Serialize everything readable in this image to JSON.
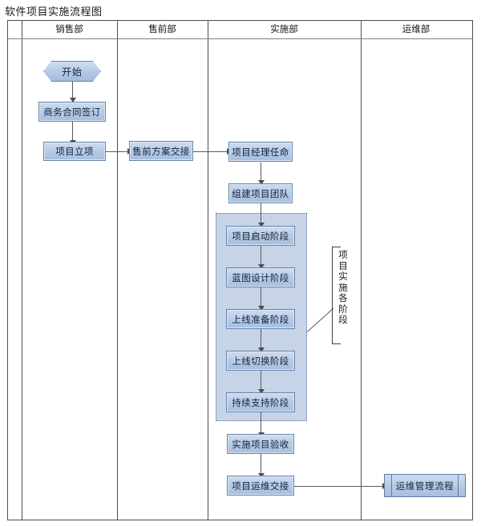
{
  "title": "软件项目实施流程图",
  "lanes": [
    {
      "label": "销售部"
    },
    {
      "label": "售前部"
    },
    {
      "label": "实施部"
    },
    {
      "label": "运维部"
    }
  ],
  "nodes": {
    "start": "开始",
    "contract": "商务合同签订",
    "initiation": "项目立项",
    "presales_handover": "售前方案交接",
    "pm_appoint": "项目经理任命",
    "build_team": "组建项目团队",
    "phase_kickoff": "项目启动阶段",
    "phase_blueprint": "蓝图设计阶段",
    "phase_golive_prep": "上线准备阶段",
    "phase_golive_switch": "上线切换阶段",
    "phase_support": "持续支持阶段",
    "acceptance": "实施项目验收",
    "ops_handover": "项目运维交接",
    "ops_process": "运维管理流程"
  },
  "annotation": {
    "label": "项目实施各阶段"
  },
  "colors": {
    "node_fill": "#b5c9e4",
    "node_border": "#6585ad",
    "group_fill": "#c7d4e8",
    "group_border": "#5472a6",
    "frame_border": "#4d4d4d",
    "connector": "#5a5a5a",
    "text": "#12223a"
  }
}
